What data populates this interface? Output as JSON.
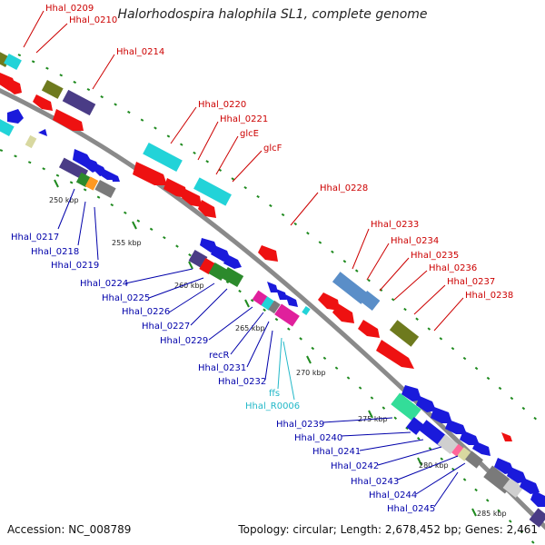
{
  "title": "Halorhodospira halophila SL1, complete genome",
  "footer": {
    "accession": "Accession: NC_008789",
    "summary": "Topology: circular; Length: 2,678,452 bp; Genes: 2,461"
  },
  "colors": {
    "red": "#ee1111",
    "blue": "#1a1adb",
    "cyan": "#22d3d8",
    "olive": "#6e7a1e",
    "purple": "#4a3c86",
    "green": "#2c8a2c",
    "steel": "#5a8ec8",
    "magenta": "#e0209c",
    "gray": "#7a7a7a",
    "teal": "#33dd99",
    "label_red": "#cc0000",
    "label_blue": "#0000aa",
    "label_cyan": "#22b8c8",
    "tick_green": "#1f8a1f"
  },
  "kbp_labels": [
    "250 kbp",
    "255 kbp",
    "260 kbp",
    "265 kbp",
    "270 kbp",
    "275 kbp",
    "280 kbp",
    "285 kbp"
  ],
  "gene_labels": {
    "top": [
      "Hhal_0209",
      "Hhal_0210",
      "Hhal_0214",
      "Hhal_0220",
      "Hhal_0221",
      "glcE",
      "glcF",
      "Hhal_0228",
      "Hhal_0233",
      "Hhal_0234",
      "Hhal_0235",
      "Hhal_0236",
      "Hhal_0237",
      "Hhal_0238"
    ],
    "bottom": [
      "Hhal_0217",
      "Hhal_0218",
      "Hhal_0219",
      "Hhal_0224",
      "Hhal_0225",
      "Hhal_0226",
      "Hhal_0227",
      "Hhal_0229",
      "recR",
      "Hhal_0231",
      "Hhal_0232",
      "Hhal_0239",
      "Hhal_0240",
      "Hhal_0241",
      "Hhal_0242",
      "Hhal_0243",
      "Hhal_0244",
      "Hhal_0245"
    ],
    "rna": [
      "ffs",
      "Hhal_R0006"
    ]
  }
}
